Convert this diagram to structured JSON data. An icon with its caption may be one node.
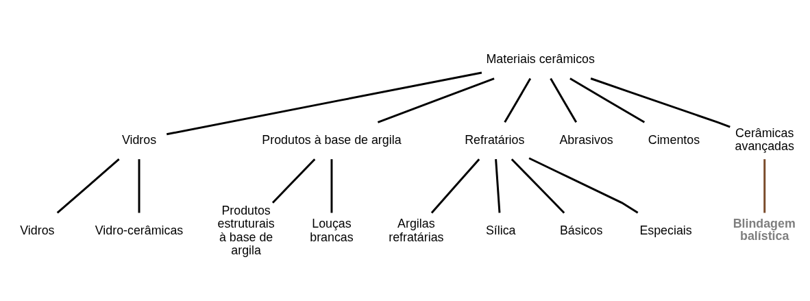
{
  "diagram": {
    "nodes": [
      {
        "text": [
          "Materiais cerâmicos"
        ]
      },
      {
        "text": [
          "Vidros"
        ]
      },
      {
        "text": [
          "Produtos à base de argila"
        ]
      },
      {
        "text": [
          "Refratários"
        ]
      },
      {
        "text": [
          "Abrasivos"
        ]
      },
      {
        "text": [
          "Cimentos"
        ]
      },
      {
        "text": [
          "Cerâmicas avançadas"
        ]
      },
      {
        "text": [
          "Vidros"
        ]
      },
      {
        "text": [
          "Vidro-cerâmicas"
        ]
      },
      {
        "text": [
          "Produtos estruturais à base de argila"
        ]
      },
      {
        "text": [
          "Louças brancas"
        ]
      },
      {
        "text": [
          "Argilas refratárias"
        ]
      },
      {
        "text": [
          "Sílica"
        ]
      },
      {
        "text": [
          "Básicos"
        ]
      },
      {
        "text": [
          "Especiais"
        ]
      },
      {
        "text": [
          "Blindagem balística"
        ]
      }
    ],
    "edges": [
      {
        "from": 0,
        "to": 1,
        "arrow": "none"
      },
      {
        "from": 0,
        "to": 2,
        "arrow": "none"
      },
      {
        "from": 0,
        "to": 3,
        "arrow": "none"
      },
      {
        "from": 0,
        "to": 4,
        "arrow": "none"
      },
      {
        "from": 0,
        "to": 5,
        "arrow": "none"
      },
      {
        "from": 0,
        "to": 6,
        "arrow": "none"
      },
      {
        "from": 1,
        "to": 7,
        "arrow": "none"
      },
      {
        "from": 1,
        "to": 8,
        "arrow": "none"
      },
      {
        "from": 2,
        "to": 9,
        "arrow": "none"
      },
      {
        "from": 2,
        "to": 10,
        "arrow": "none"
      },
      {
        "from": 3,
        "to": 11,
        "arrow": "none"
      },
      {
        "from": 3,
        "to": 12,
        "arrow": "none"
      },
      {
        "from": 3,
        "to": 13,
        "arrow": "none"
      },
      {
        "from": 3,
        "to": 14,
        "arrow": "none"
      },
      {
        "from": 6,
        "to": 15,
        "arrow": "none",
        "color": "#7a4a2a"
      }
    ]
  }
}
